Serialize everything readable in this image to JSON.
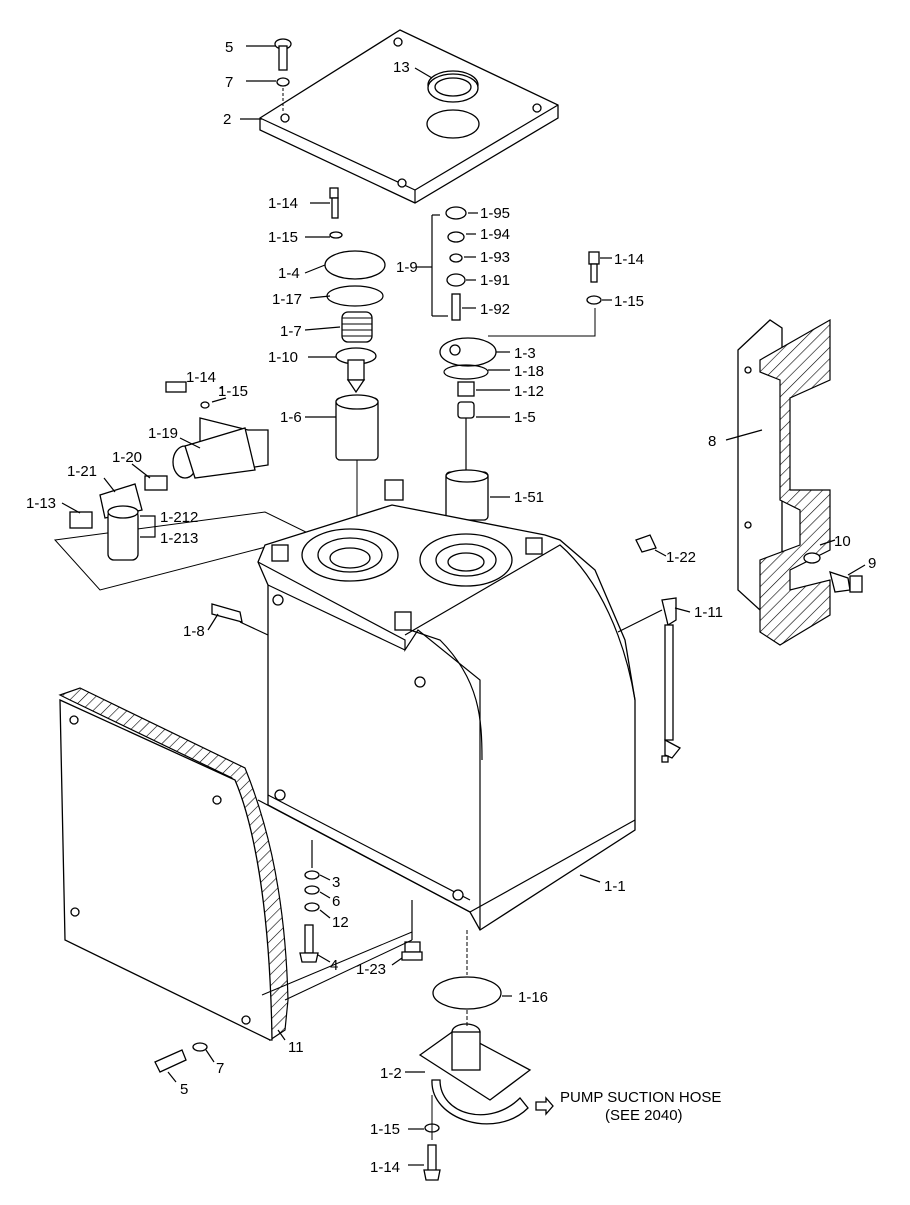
{
  "diagram": {
    "callouts": [
      "5",
      "7",
      "13",
      "2",
      "1-14",
      "1-15",
      "1-4",
      "1-17",
      "1-7",
      "1-10",
      "1-6",
      "1-95",
      "1-94",
      "1-93",
      "1-91",
      "1-92",
      "1-9",
      "1-14",
      "1-15",
      "1-3",
      "1-18",
      "1-12",
      "1-5",
      "1-51",
      "1-14",
      "1-15",
      "1-19",
      "1-20",
      "1-21",
      "1-13",
      "1-212",
      "1-213",
      "8",
      "10",
      "9",
      "1-22",
      "1-11",
      "1-8",
      "1-1",
      "3",
      "6",
      "12",
      "4",
      "1-23",
      "1-16",
      "11",
      "7",
      "5",
      "1-2",
      "1-15",
      "1-14"
    ],
    "note_line1": "PUMP SUCTION HOSE",
    "note_line2": "(SEE 2040)"
  }
}
